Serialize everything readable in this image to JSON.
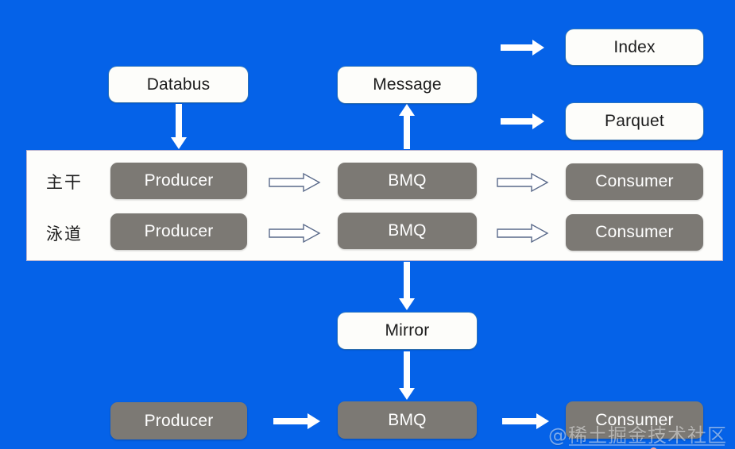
{
  "diagram": {
    "title": "Databus / BMQ message pipeline architecture",
    "background_color": "#0562e8",
    "panel": {
      "fill_color": "#fdfdfb",
      "border_color": "#b9b3cf",
      "lane_labels": [
        {
          "id": "trunk",
          "text": "主干"
        },
        {
          "id": "swimlane",
          "text": "泳道"
        }
      ]
    },
    "nodes": {
      "databus": "Databus",
      "message": "Message",
      "index": "Index",
      "parquet": "Parquet",
      "producer_trunk": "Producer",
      "bmq_trunk": "BMQ",
      "consumer_trunk": "Consumer",
      "producer_swimlane": "Producer",
      "bmq_swimlane": "BMQ",
      "consumer_swimlane": "Consumer",
      "mirror": "Mirror",
      "producer_bottom": "Producer",
      "bmq_bottom": "BMQ",
      "consumer_bottom": "Consumer"
    },
    "colors": {
      "white_node_fill": "#fdfdfa",
      "white_node_text": "#1d1d1d",
      "gray_node_fill": "#7c7974",
      "gray_node_text": "#ffffff",
      "solid_arrow": "#ffffff",
      "hollow_arrow_stroke": "#5a6a8a",
      "hollow_arrow_fill": "#ffffff"
    },
    "arrows": [
      {
        "id": "databus-to-producer-trunk",
        "style": "solid-white",
        "direction": "down"
      },
      {
        "id": "bmq-trunk-to-message",
        "style": "solid-white",
        "direction": "up"
      },
      {
        "id": "message-to-index",
        "style": "solid-white",
        "direction": "right"
      },
      {
        "id": "message-to-parquet",
        "style": "solid-white",
        "direction": "right"
      },
      {
        "id": "producer-trunk-to-bmq-trunk",
        "style": "hollow-block",
        "direction": "right"
      },
      {
        "id": "bmq-trunk-to-consumer-trunk",
        "style": "hollow-block",
        "direction": "right"
      },
      {
        "id": "producer-swimlane-to-bmq-swimlane",
        "style": "hollow-block",
        "direction": "right"
      },
      {
        "id": "bmq-swimlane-to-consumer-swimlane",
        "style": "hollow-block",
        "direction": "right"
      },
      {
        "id": "bmq-swimlane-to-mirror",
        "style": "solid-white",
        "direction": "down"
      },
      {
        "id": "mirror-to-bmq-bottom",
        "style": "solid-white",
        "direction": "down"
      },
      {
        "id": "producer-bottom-to-bmq-bottom",
        "style": "solid-white",
        "direction": "right"
      },
      {
        "id": "bmq-bottom-to-consumer-bottom",
        "style": "solid-white",
        "direction": "right"
      }
    ]
  },
  "watermark": {
    "text": "@稀土掘金技术社区"
  }
}
